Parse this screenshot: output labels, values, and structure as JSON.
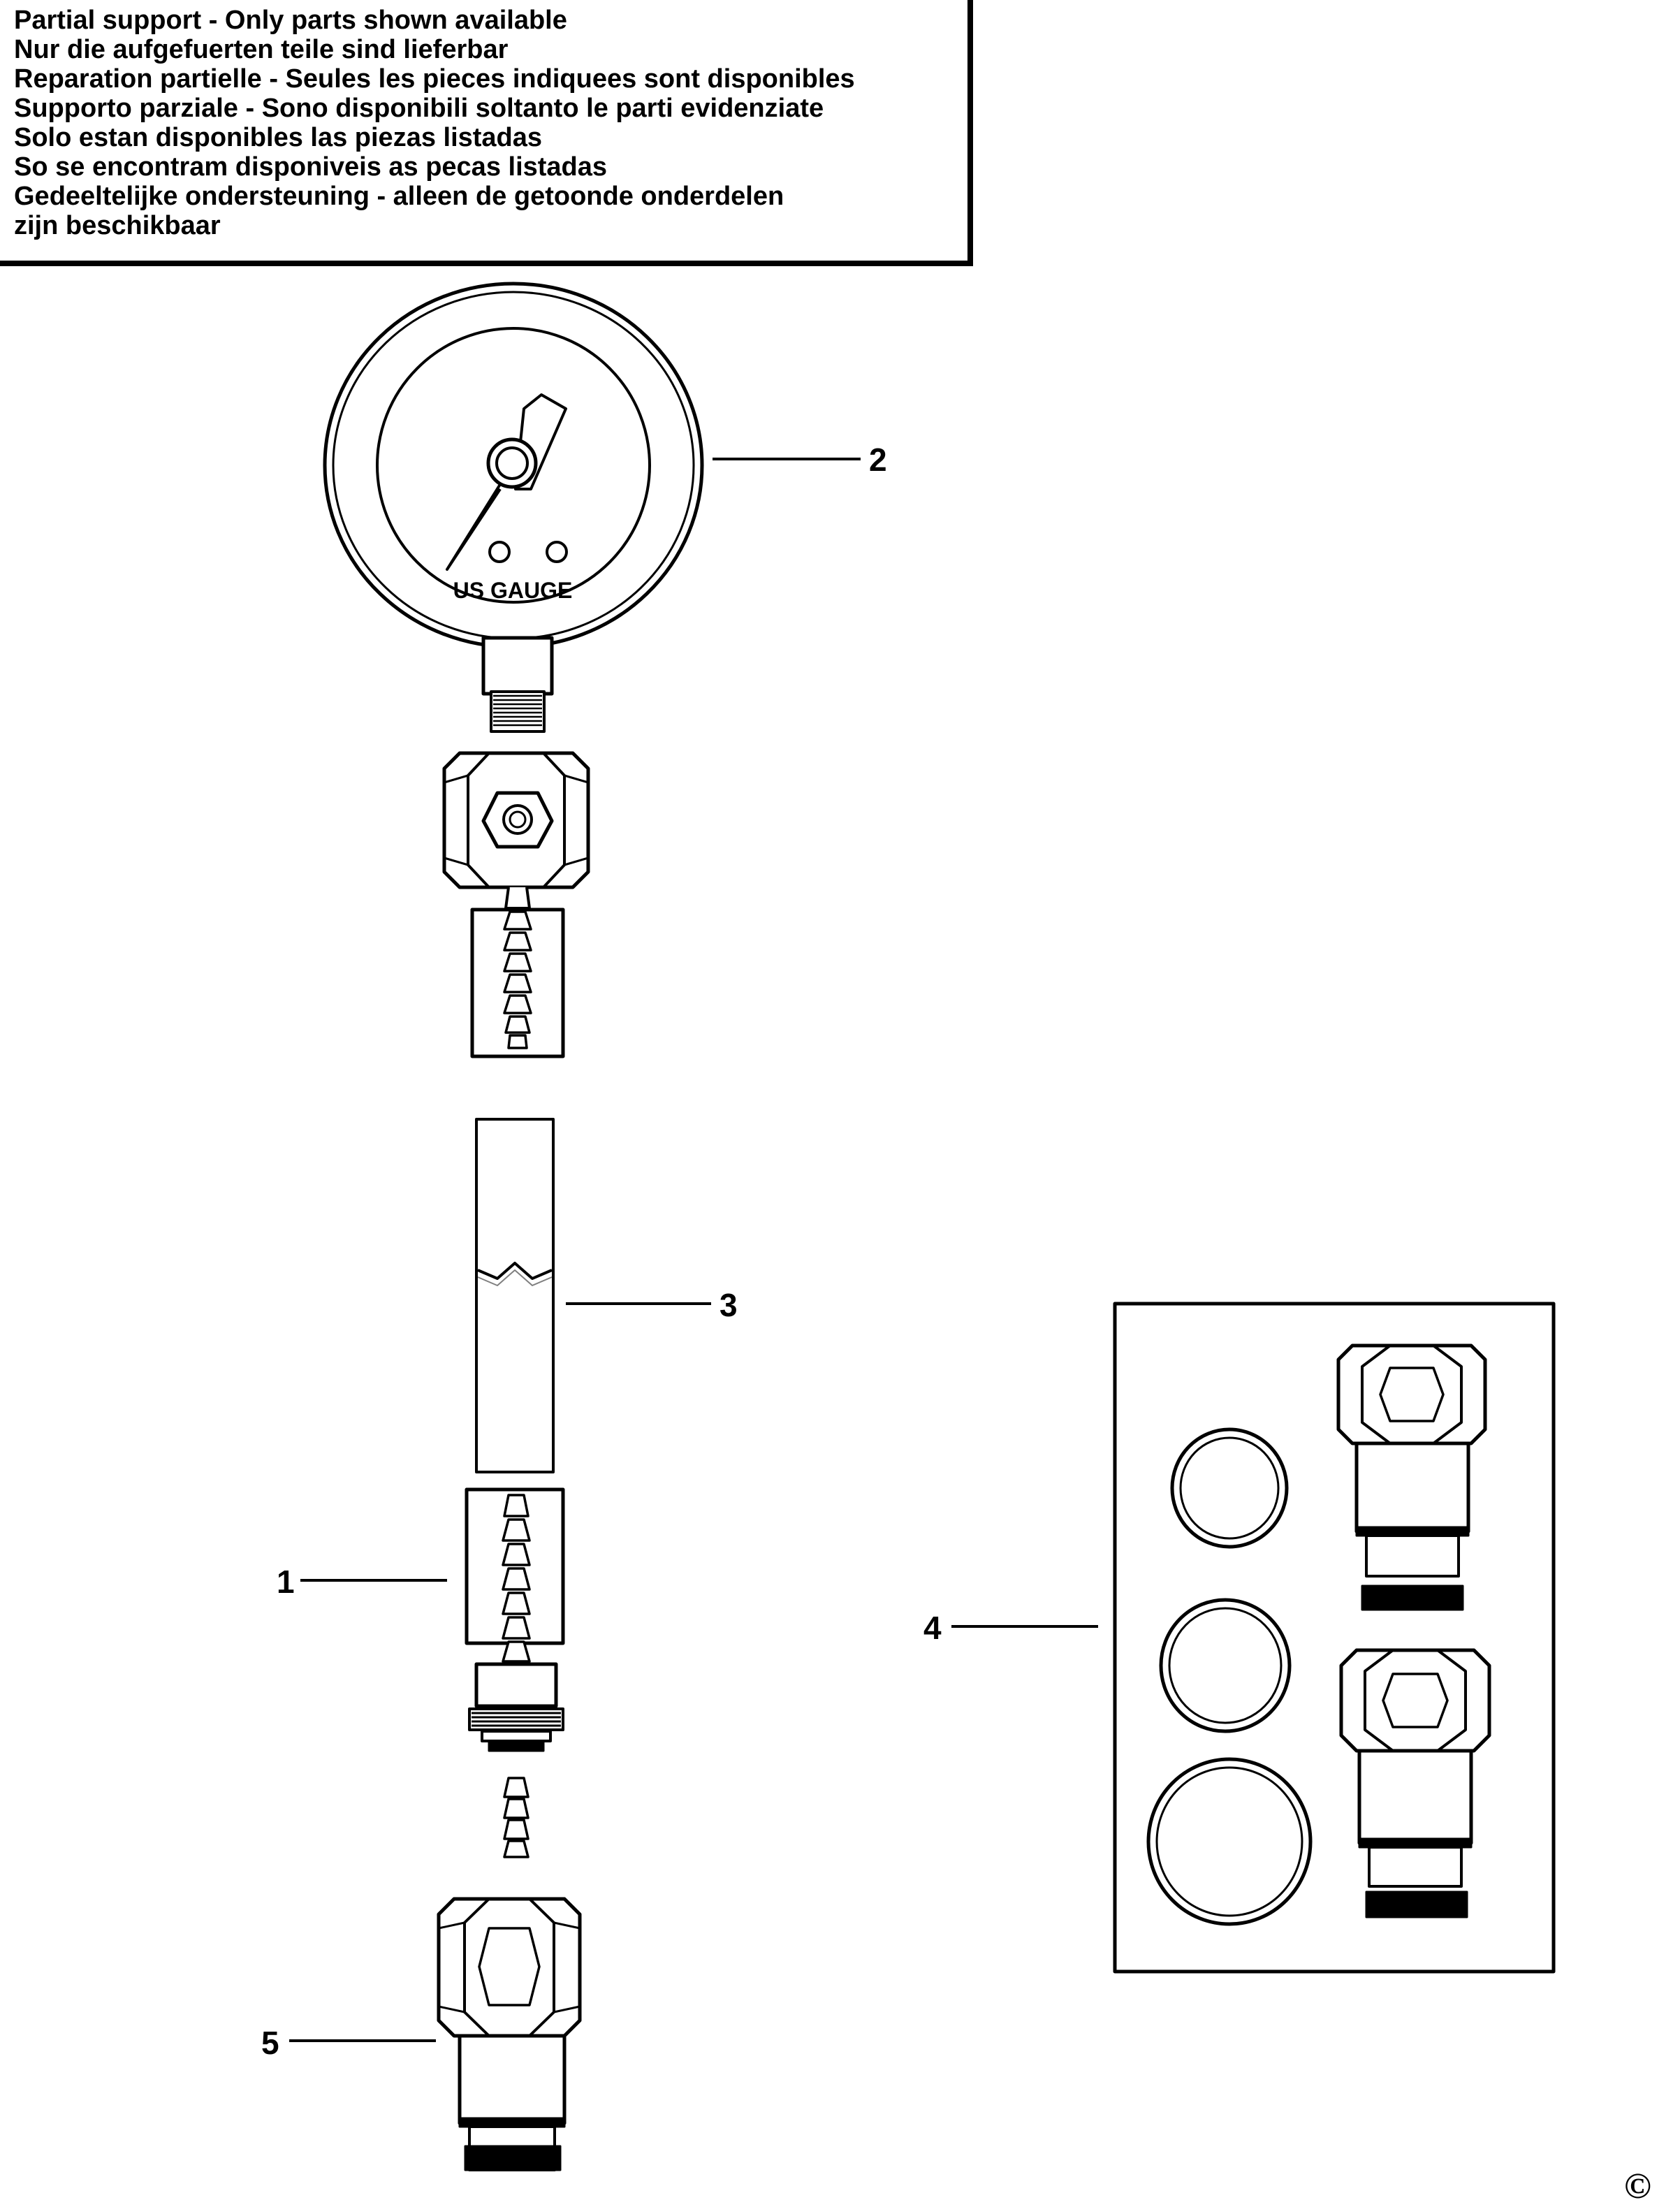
{
  "notice": {
    "lines": [
      "Partial support - Only parts shown available",
      "Nur die aufgefuerten teile sind lieferbar",
      "Reparation partielle - Seules les pieces indiquees sont disponibles",
      "Supporto parziale - Sono disponibili soltanto le parti evidenziate",
      "Solo estan disponibles las piezas listadas",
      "So se encontram disponiveis as pecas listadas",
      "Gedeeltelijke ondersteuning - alleen de getoonde onderdelen",
      "zijn beschikbaar"
    ]
  },
  "gauge": {
    "label": "US GAUGE"
  },
  "callouts": {
    "part1": "1",
    "part2": "2",
    "part3": "3",
    "part4": "4",
    "part5": "5"
  },
  "copyright": "©"
}
